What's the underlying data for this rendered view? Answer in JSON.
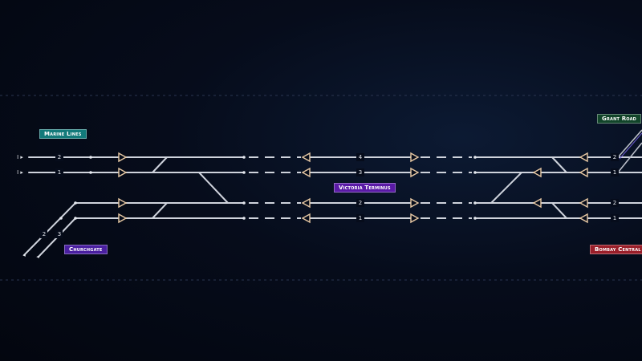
{
  "stations": {
    "marine_lines": {
      "label": "Marine Lines",
      "color": "#127a7a"
    },
    "grant_road": {
      "label": "Grant Road",
      "color": "#12452a"
    },
    "victoria_terminus": {
      "label": "Victoria Terminus",
      "color": "#5a1aa6"
    },
    "churchgate": {
      "label": "Churchgate",
      "color": "#4a1fa0"
    },
    "bombay_central": {
      "label": "Bombay Central",
      "color": "#9a1f2a"
    }
  },
  "track_labels": {
    "west_top": "2",
    "west_second": "1",
    "mid_top": "4",
    "mid_second": "3",
    "mid_third": "2",
    "mid_bottom": "1",
    "east_top": "2",
    "east_second": "1",
    "east_third": "2",
    "east_bottom": "1",
    "diag_left": "2",
    "diag_right": "3"
  },
  "signal_color": "#e8c9a4",
  "track_color": "#cfd3dc"
}
